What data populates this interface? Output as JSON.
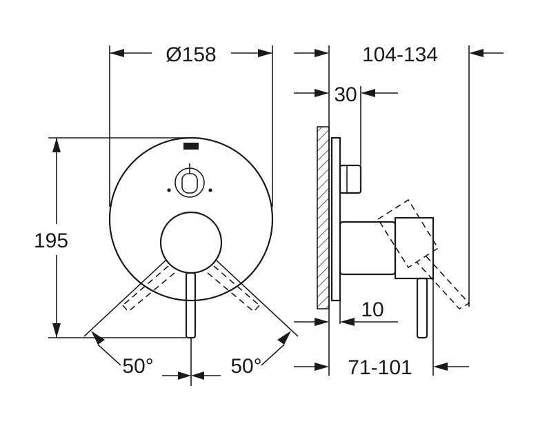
{
  "dimensions": {
    "diameter": "Ø158",
    "height": "195",
    "depth_range": "104-134",
    "valve_offset": "30",
    "plate_gap": "10",
    "projection_range": "71-101",
    "angle_left": "50°",
    "angle_right": "50°"
  },
  "colors": {
    "line": "#1a1a1a",
    "background": "#ffffff"
  }
}
